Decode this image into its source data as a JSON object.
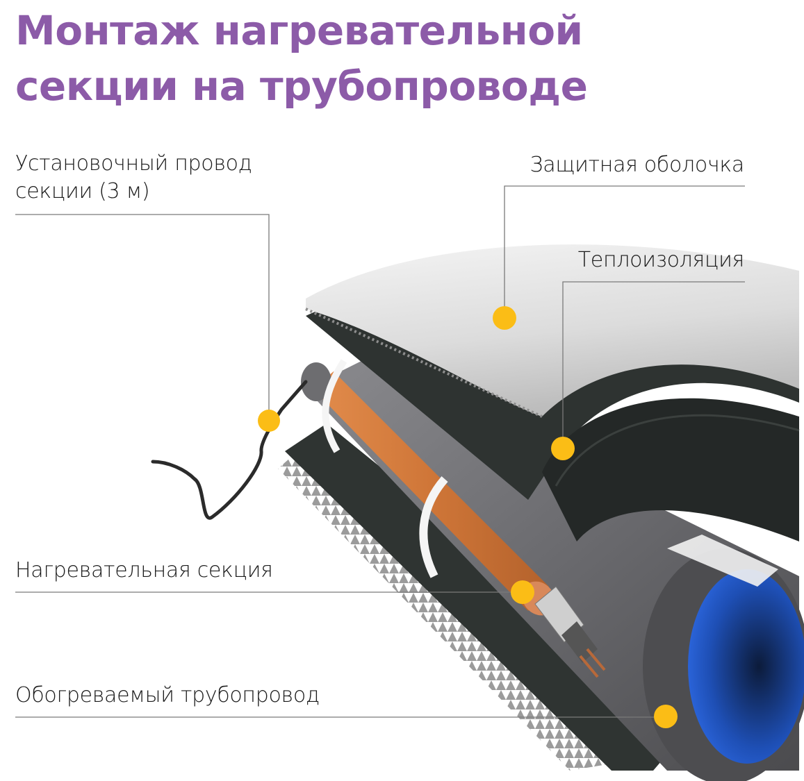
{
  "title": {
    "line1": "Монтаж нагревательной",
    "line2": "секции на трубопроводе",
    "color": "#8c5ba8"
  },
  "callouts": [
    {
      "id": "install-wire",
      "line1": "Установочный провод",
      "line2": "секции (3 м)"
    },
    {
      "id": "protective-shell",
      "line1": "Защитная оболочка"
    },
    {
      "id": "thermal-insulation",
      "line1": "Теплоизоляция"
    },
    {
      "id": "heating-section",
      "line1": "Нагревательная секция"
    },
    {
      "id": "heated-pipeline",
      "line1": "Обогреваемый трубопровод"
    }
  ],
  "colors": {
    "marker": "#fbbd16",
    "leader_line": "#7a7a7a",
    "heating_cable": "#d07a3e",
    "insulation": "#2e3331",
    "shell": "#e8e8e8",
    "pipe": "#5b5b5e",
    "pipe_inner": "#1f4fb8"
  }
}
